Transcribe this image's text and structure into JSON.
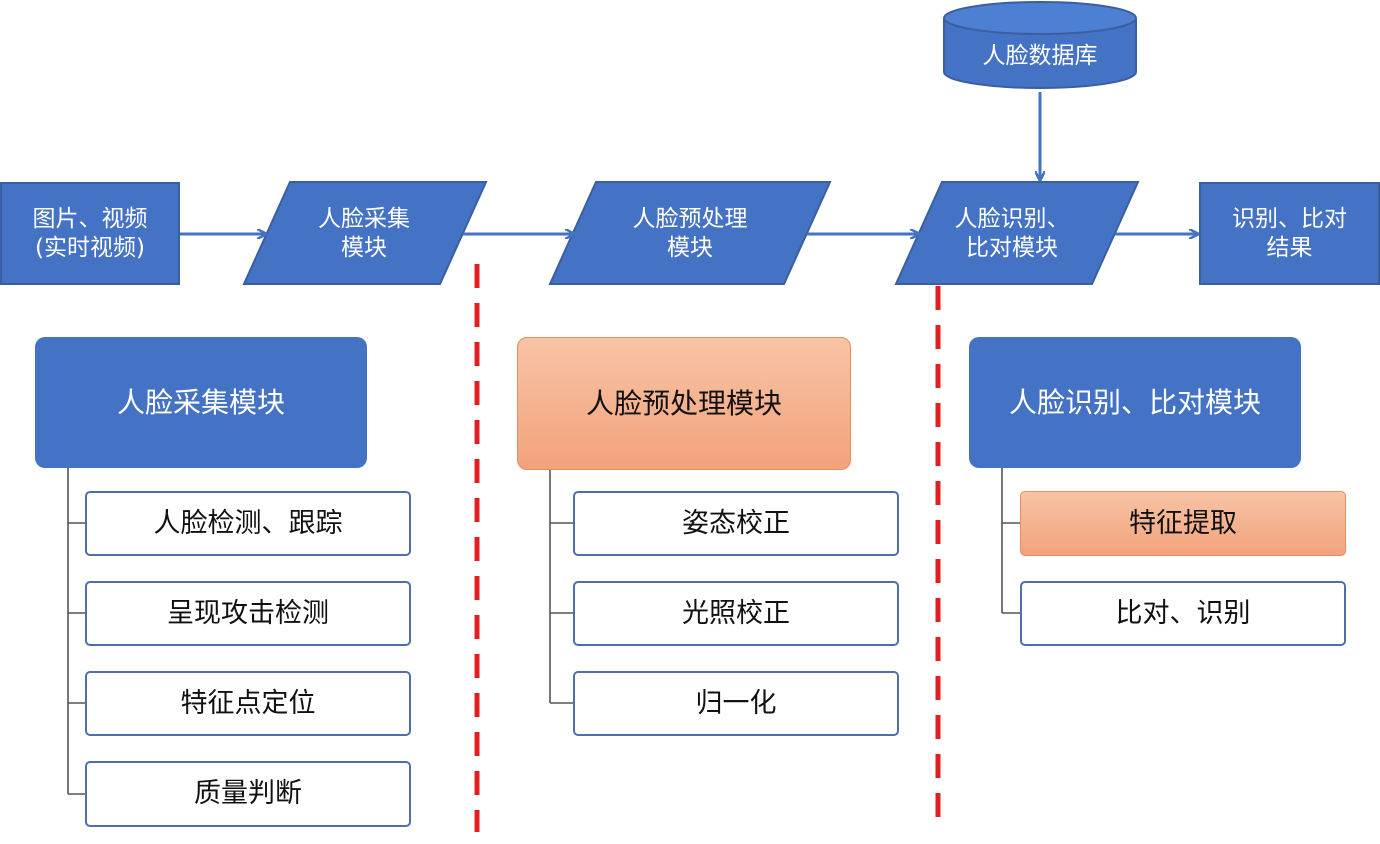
{
  "database": {
    "label": "人脸数据库"
  },
  "flow": {
    "input": "图片、视频\n(实时视频)",
    "capture": "人脸采集\n模块",
    "preprocess": "人脸预处理\n模块",
    "recognition": "人脸识别、\n比对模块",
    "result": "识别、比对\n结果"
  },
  "modules": {
    "capture": {
      "title": "人脸采集模块",
      "items": [
        "人脸检测、跟踪",
        "呈现攻击检测",
        "特征点定位",
        "质量判断"
      ]
    },
    "preprocess": {
      "title": "人脸预处理模块",
      "items": [
        "姿态校正",
        "光照校正",
        "归一化"
      ]
    },
    "recognition": {
      "title": "人脸识别、比对模块",
      "items": [
        "特征提取",
        "比对、识别"
      ]
    }
  },
  "colors": {
    "primary_blue": "#4472c4",
    "highlight_orange": "#f4b183",
    "divider_red": "#e02020"
  }
}
